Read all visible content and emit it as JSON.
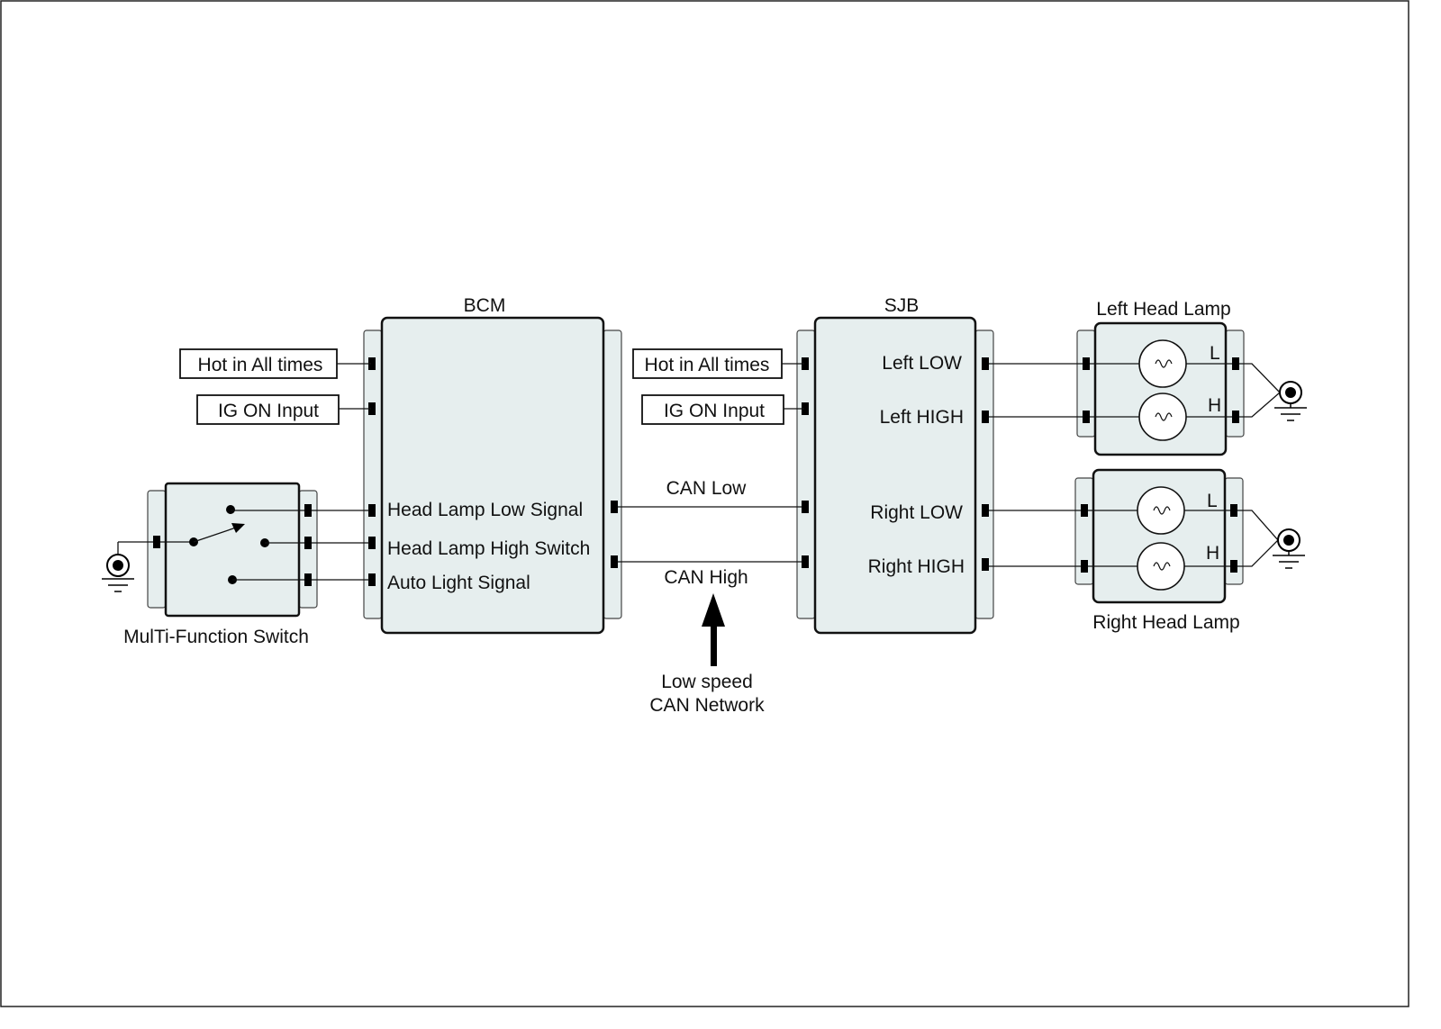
{
  "bcm": {
    "title": "BCM",
    "inputs": [
      "Hot in All times",
      "IG ON Input"
    ],
    "pins": [
      "Head Lamp Low Signal",
      "Head Lamp High Switch",
      "Auto Light Signal"
    ]
  },
  "sjb": {
    "title": "SJB",
    "inputs": [
      "Hot in All times",
      "IG ON Input"
    ],
    "outputs": [
      "Left LOW",
      "Left HIGH",
      "Right LOW",
      "Right HIGH"
    ]
  },
  "can": {
    "low": "CAN Low",
    "high": "CAN High",
    "network_line1": "Low speed",
    "network_line2": "CAN Network"
  },
  "switch": {
    "title": "MulTi-Function Switch"
  },
  "left_lamp": {
    "title": "Left Head Lamp",
    "low_mark": "L",
    "high_mark": "H"
  },
  "right_lamp": {
    "title": "Right Head Lamp",
    "low_mark": "L",
    "high_mark": "H"
  },
  "colors": {
    "box_fill": "#e6eeee",
    "line": "#111111"
  }
}
